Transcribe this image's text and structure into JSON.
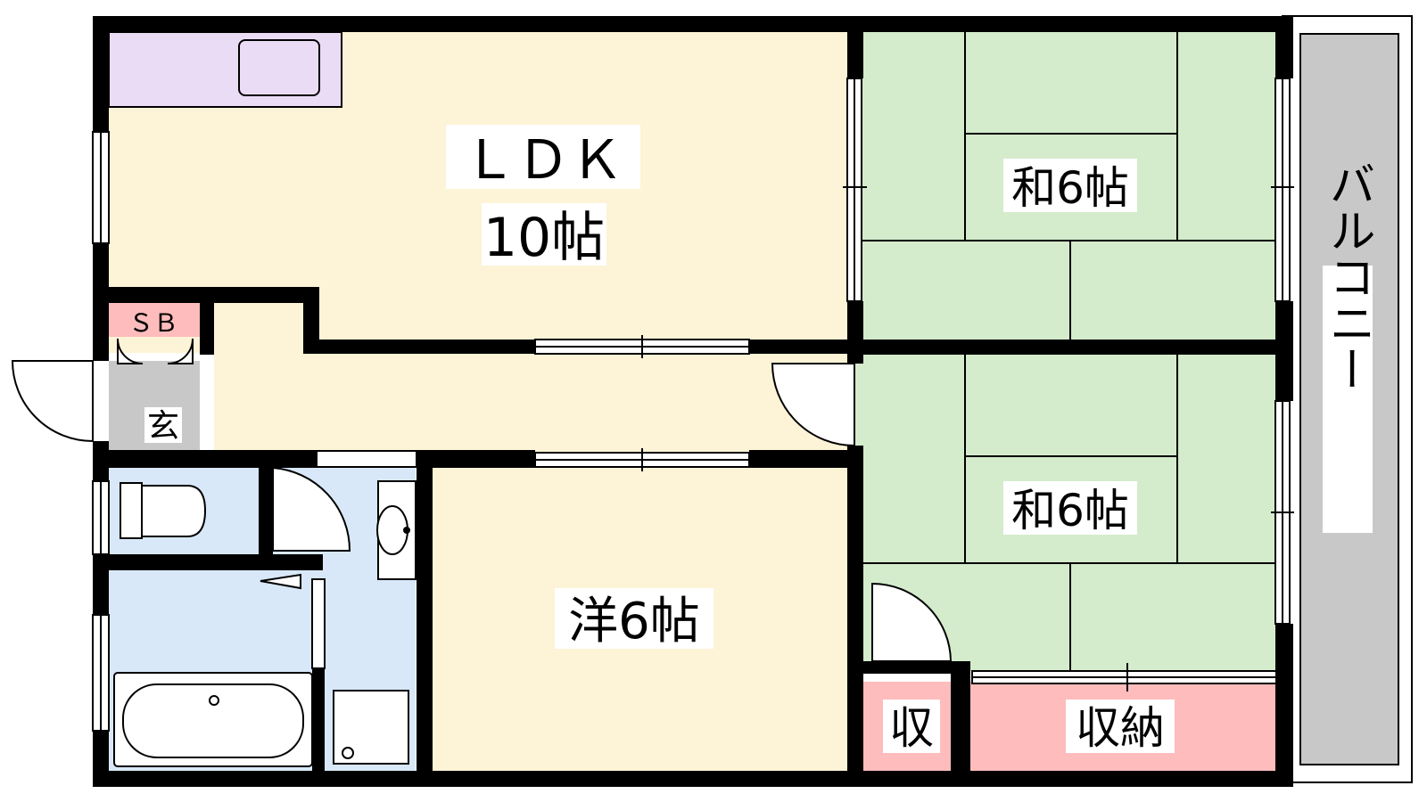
{
  "floorplan": {
    "colors": {
      "wall": "#000000",
      "ldk_floor": "#fdf3d6",
      "kitchen": "#ebdcf5",
      "tatami": "#d4ebcc",
      "wet_area": "#d8e8f8",
      "storage": "#ffbcbc",
      "balcony": "#c8c8c8",
      "genkan": "#c8c8c8"
    },
    "rooms": {
      "ldk_name": "ＬＤＫ",
      "ldk_size": "10帖",
      "washitsu_upper": "和6帖",
      "washitsu_lower": "和6帖",
      "youshitsu": "洋6帖",
      "shoe_box": "ＳＢ",
      "genkan": "玄",
      "closet_small": "収",
      "closet_large": "収納",
      "balcony": "バルコニー"
    }
  }
}
